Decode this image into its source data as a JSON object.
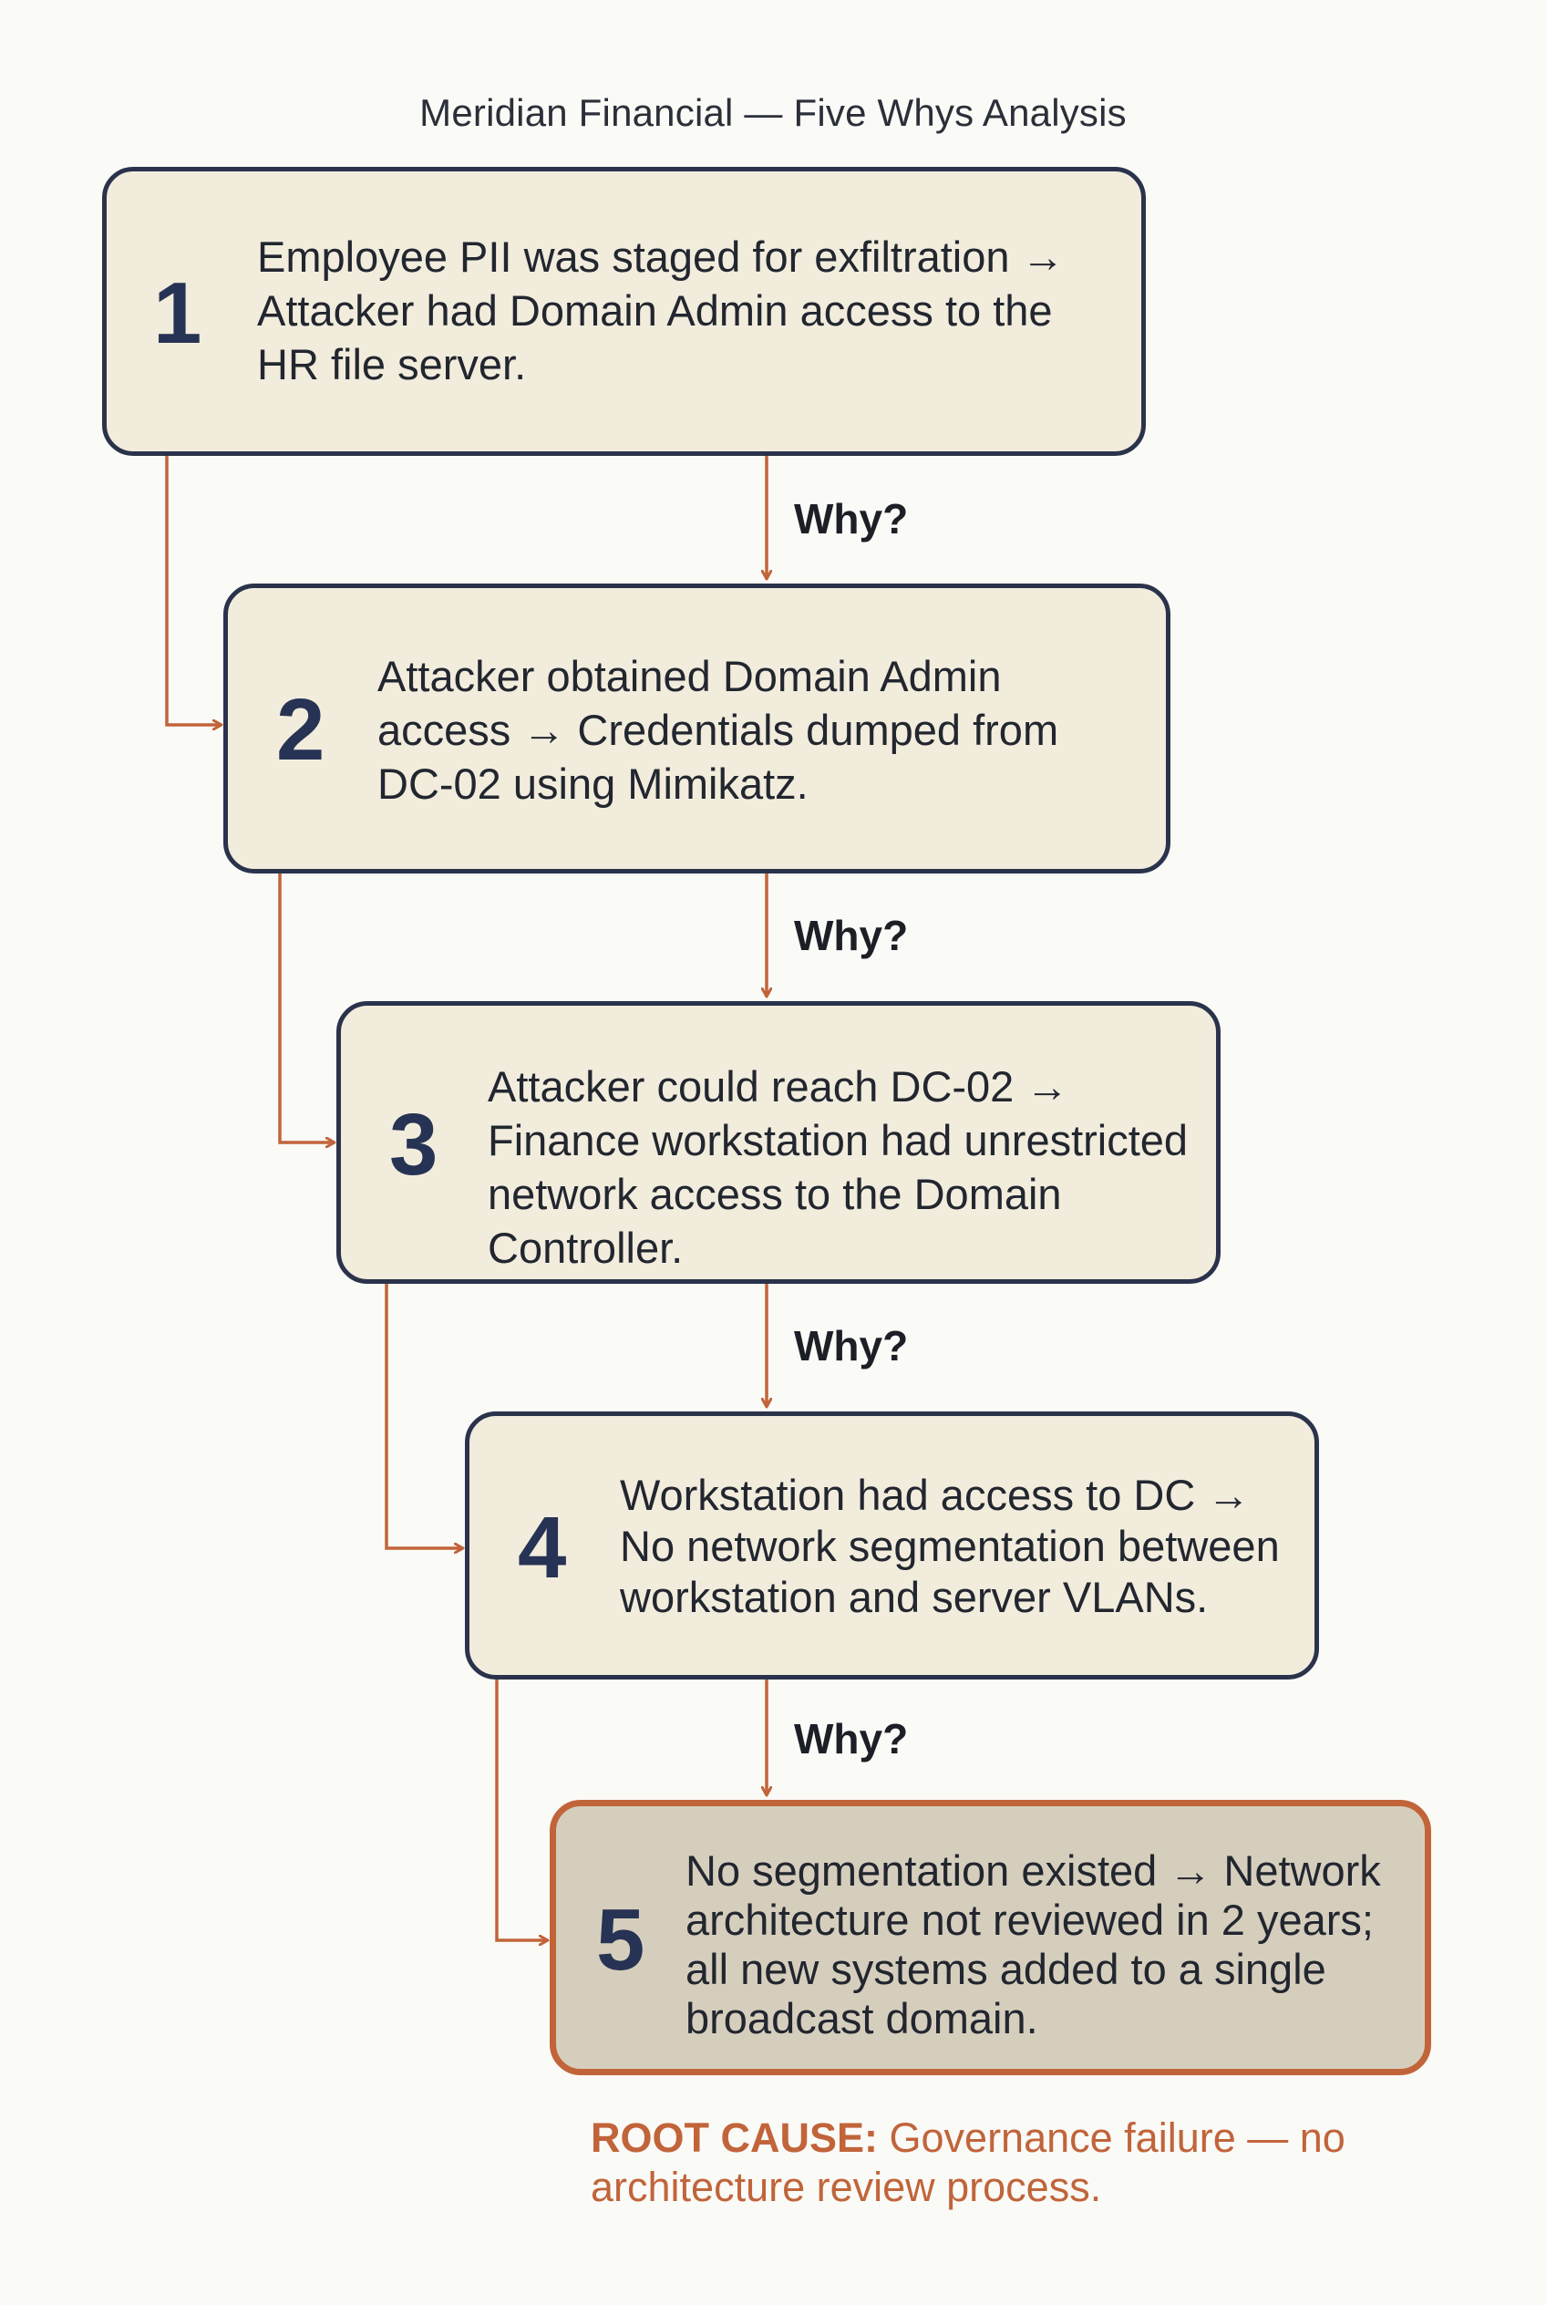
{
  "title": "Meridian Financial — Five Whys Analysis",
  "why_label": "Why?",
  "colors": {
    "box_fill": "#f1ecdc",
    "box_border": "#2a334b",
    "root_box_fill": "#d6cebd",
    "accent": "#c1643a",
    "number": "#263354"
  },
  "steps": [
    {
      "number": "1",
      "text": "Employee PII was staged for exfiltration → Attacker had Domain Admin access to the HR file server."
    },
    {
      "number": "2",
      "text": "Attacker obtained Domain Admin access → Credentials dumped from DC-02 using Mimikatz."
    },
    {
      "number": "3",
      "text": "Attacker could reach DC-02 → Finance workstation had unrestricted network access to the Domain Controller."
    },
    {
      "number": "4",
      "text": "Workstation had access to DC → No network segmentation between workstation and server VLANs."
    },
    {
      "number": "5",
      "text": "No segmentation existed → Network architecture not reviewed in 2 years; all new systems added to a single broadcast domain."
    }
  ],
  "root_cause": {
    "label": "ROOT CAUSE:",
    "text": "Governance failure — no architecture review process."
  }
}
